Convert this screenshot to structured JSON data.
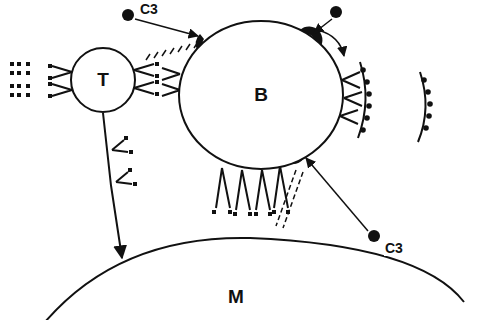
{
  "diagram": {
    "nodes": [
      {
        "text": [
          "T"
        ]
      },
      {
        "text": [
          "B"
        ]
      },
      {
        "text": [
          "M"
        ]
      }
    ],
    "edges": [
      {
        "from": 0,
        "to": 2,
        "arrow": "to"
      }
    ],
    "labels": [
      "C3",
      "C3"
    ]
  }
}
